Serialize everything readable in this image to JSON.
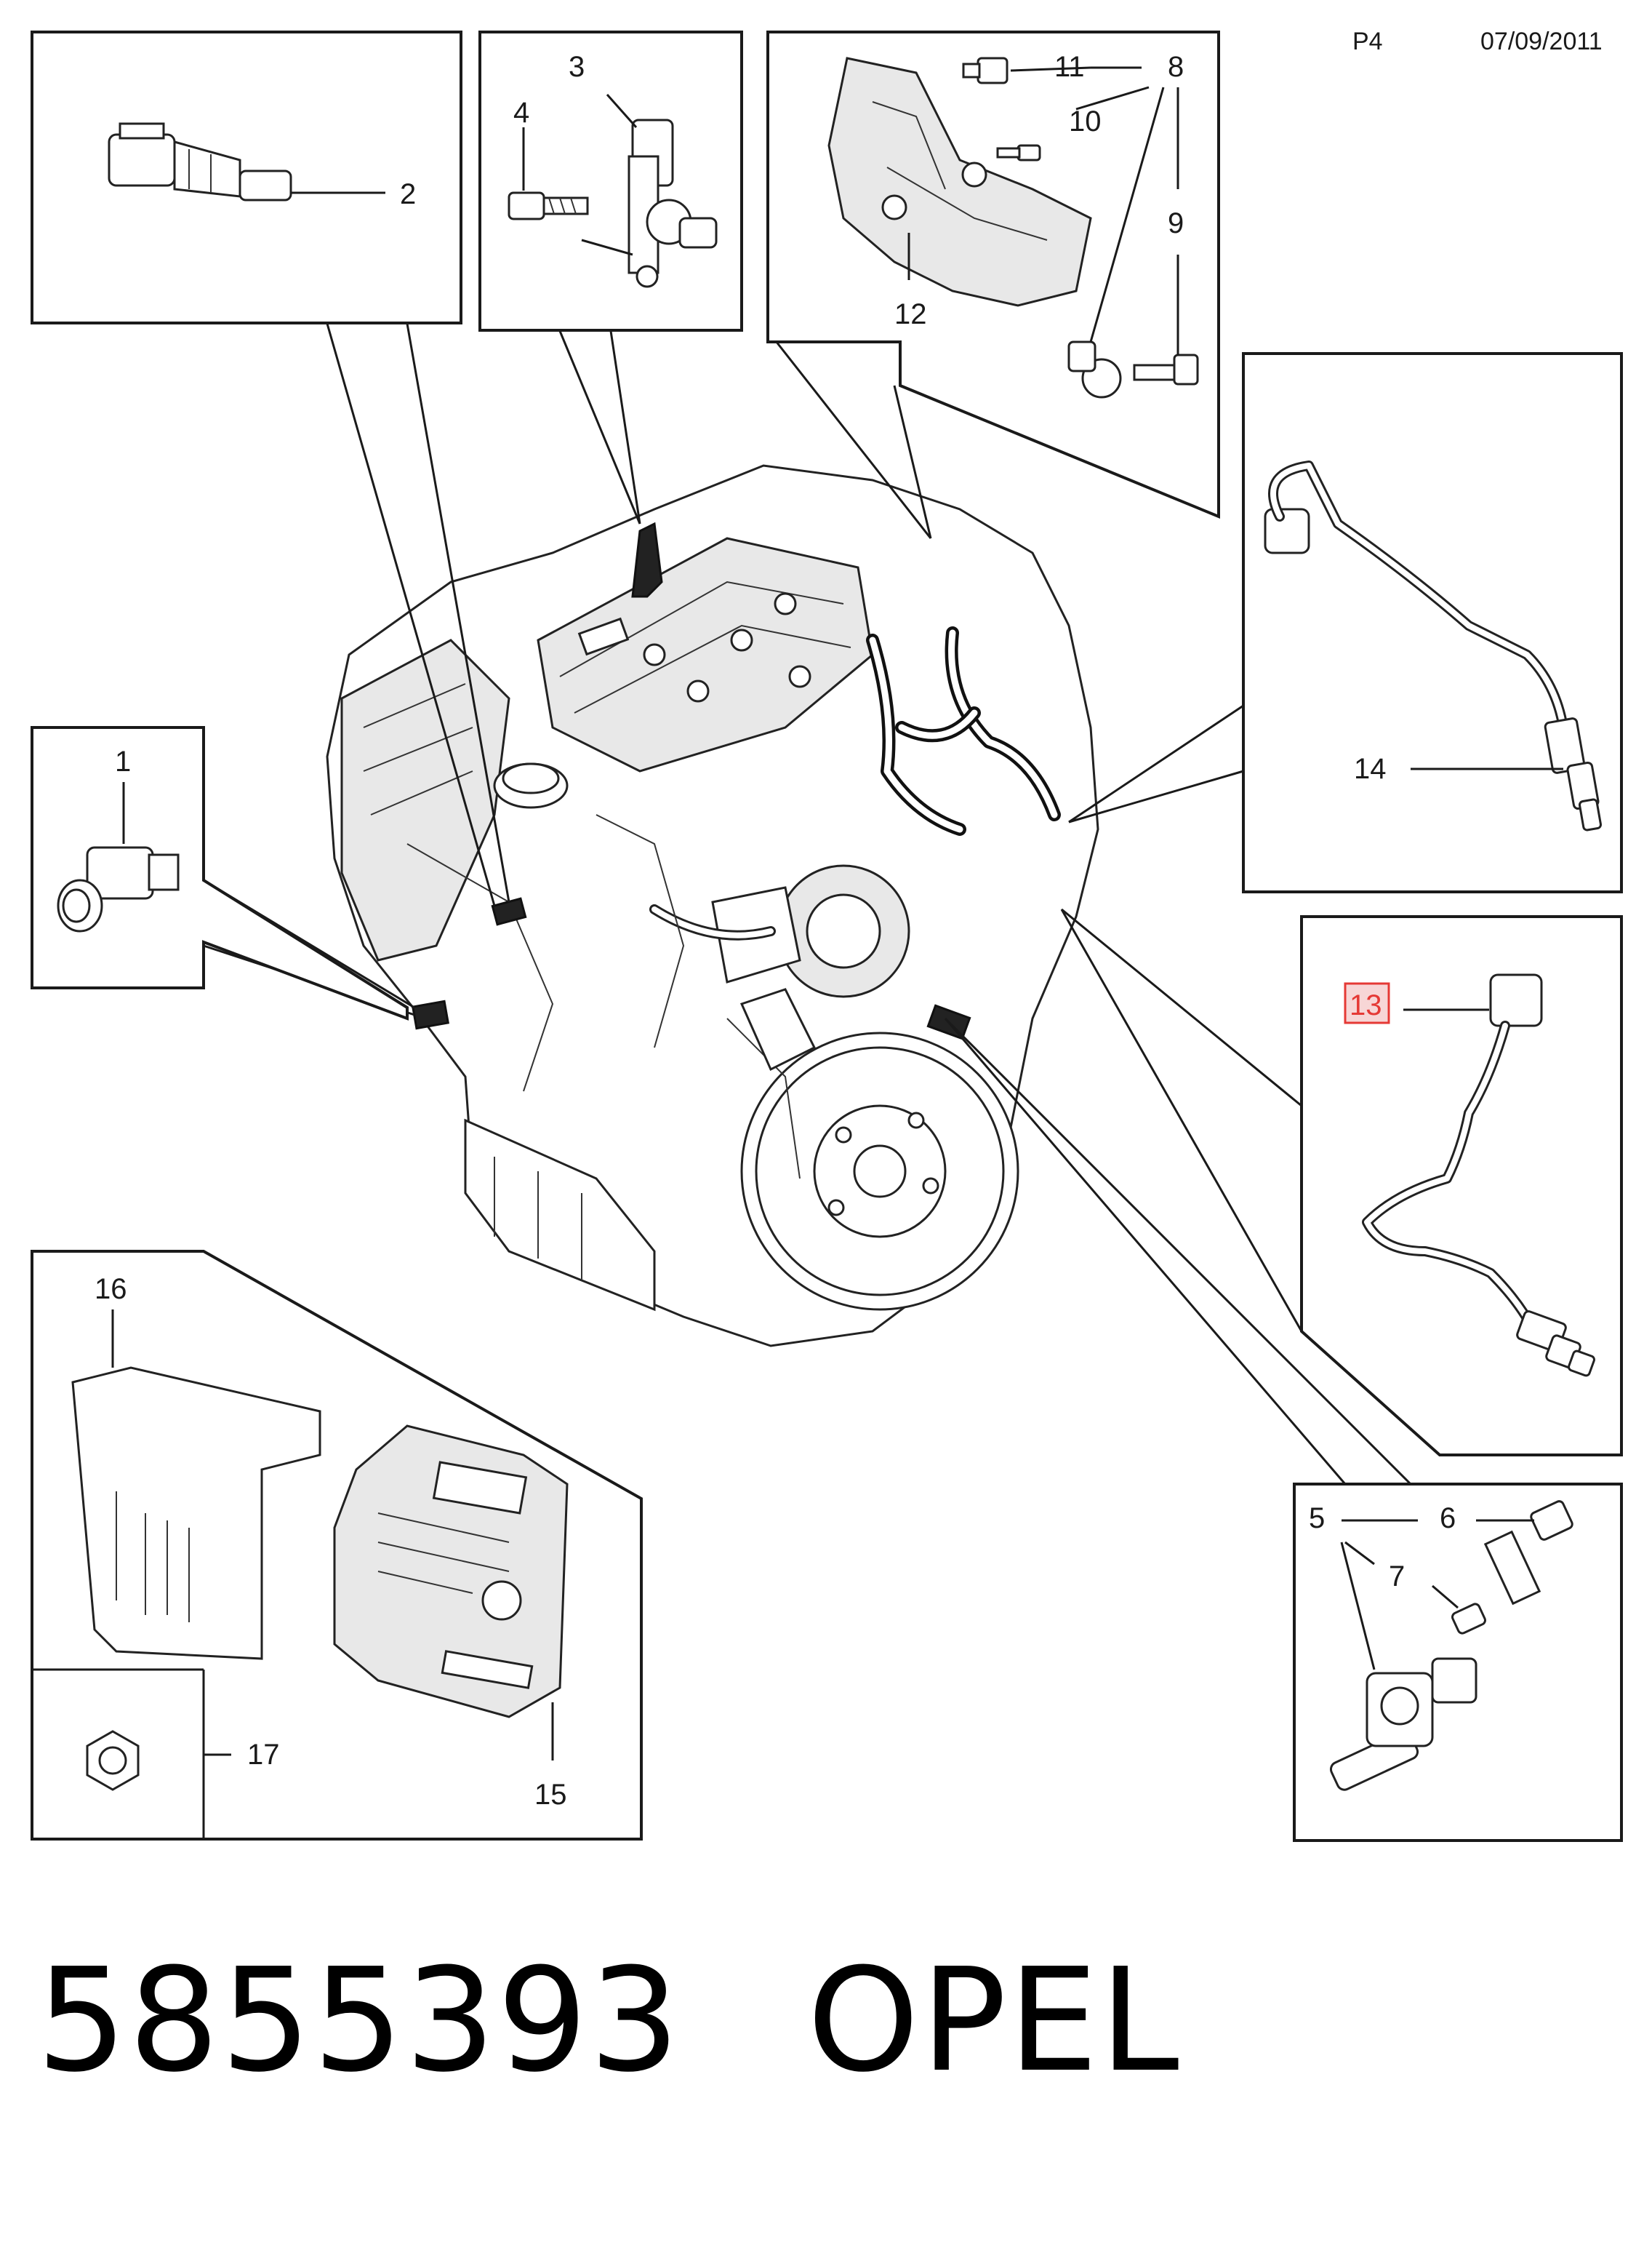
{
  "header": {
    "page": "P4",
    "date": "07/09/2011"
  },
  "footer": {
    "part_number": "5855393",
    "brand": "OPEL"
  },
  "callouts": {
    "c1": "1",
    "c2": "2",
    "c3": "3",
    "c4": "4",
    "c5": "5",
    "c6": "6",
    "c7": "7",
    "c8": "8",
    "c9": "9",
    "c10": "10",
    "c11": "11",
    "c12": "12",
    "c13": "13",
    "c14": "14",
    "c15": "15",
    "c16": "16",
    "c17": "17"
  },
  "highlight_color": "#e53935",
  "line_color": "#1a1a1a"
}
